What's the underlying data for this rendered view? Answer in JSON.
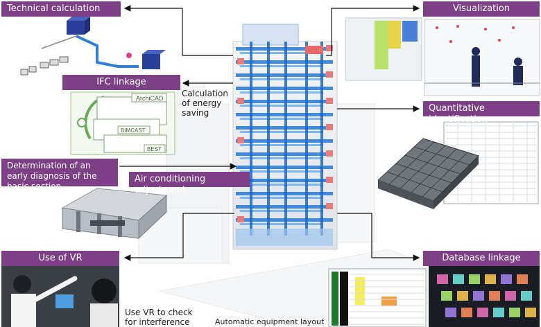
{
  "labels": {
    "technical_calculation": "Technical calculation",
    "visualization": "Visualization",
    "ifc_linkage": "IFC linkage",
    "quantitative_identification": "Quantitative identification",
    "early_diagnosis": "Determination of an early diagnosis of the basic section",
    "air_conditioning": "Air conditioning adjustment",
    "use_of_vr": "Use of VR",
    "database_linkage": "Database linkage"
  },
  "captions": {
    "energy_saving": "Calculation of energy saving",
    "vr_interference": "Use VR to check for interference",
    "equipment_layout": "Automatic equipment layout"
  },
  "software": {
    "archicad": "ArchiCAD",
    "bimcast": "BIMCAST",
    "best": "BEST"
  },
  "colors": {
    "label_bg": "#7d3f86",
    "pipe_blue": "#2f7fd8",
    "arrow": "#111111"
  }
}
